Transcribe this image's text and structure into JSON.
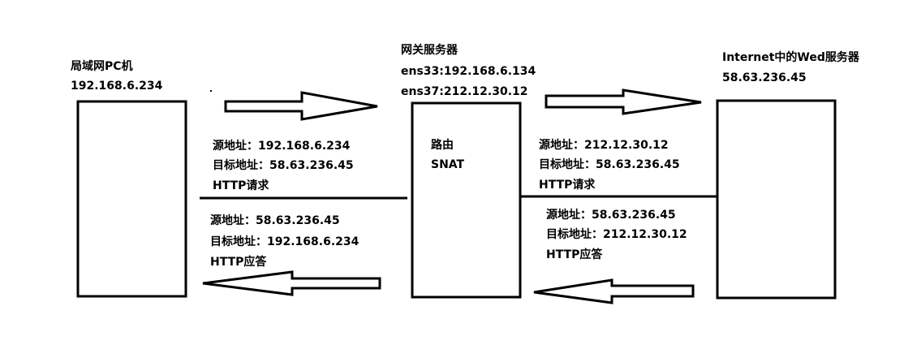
{
  "pc": {
    "title": "局域网PC机",
    "ip": "192.168.6.234"
  },
  "gateway": {
    "title": "网关服务器",
    "iface1": "ens33:192.168.6.134",
    "iface2": "ens37:212.12.30.12",
    "box_line1": "路由",
    "box_line2": "SNAT"
  },
  "web": {
    "title": "Internet中的Wed服务器",
    "ip": "58.63.236.45"
  },
  "left_request": {
    "src": "源地址：192.168.6.234",
    "dst": "目标地址：58.63.236.45",
    "proto": "HTTP请求"
  },
  "left_response": {
    "src": "源地址：58.63.236.45",
    "dst": "目标地址：192.168.6.234",
    "proto": "HTTP应答"
  },
  "right_request": {
    "src": "源地址：212.12.30.12",
    "dst": "目标地址：58.63.236.45",
    "proto": "HTTP请求"
  },
  "right_response": {
    "src": "源地址：58.63.236.45",
    "dst": "目标地址：212.12.30.12",
    "proto": "HTTP应答"
  }
}
